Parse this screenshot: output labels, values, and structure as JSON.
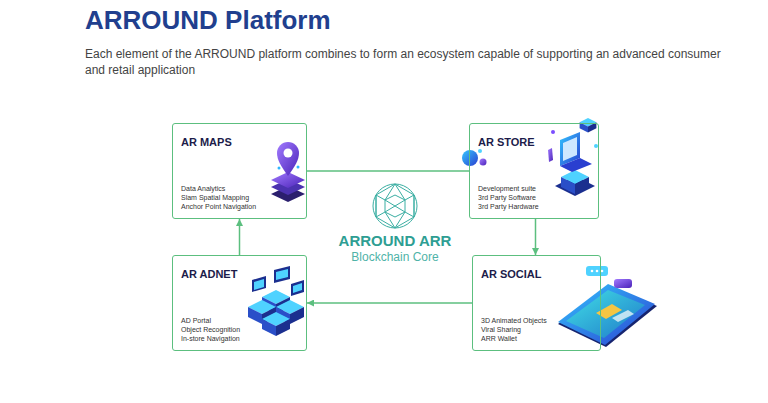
{
  "diagram": {
    "title": "ARROUND Platform",
    "caption": "Each element of the ARROUND platform combines to form an ecosystem capable of supporting an advanced consumer and retail application",
    "nodes": [
      {
        "text": [
          "AR MAPS",
          "Data Analytics",
          "Slam Spatial Mapping",
          "Anchor Point Navigation"
        ]
      },
      {
        "text": [
          "AR STORE",
          "Development suite",
          "3rd Party Software",
          "3rd Party Hardware"
        ]
      },
      {
        "text": [
          "AR ADNET",
          "AD Portal",
          "Object Recognition",
          "In-store Navigation"
        ]
      },
      {
        "text": [
          "AR SOCIAL",
          "3D Animated Objects",
          "Viral Sharing",
          "ARR Wallet"
        ]
      }
    ],
    "edges": [
      {
        "from": 0,
        "to": 1,
        "arrow": "none"
      },
      {
        "from": 1,
        "to": 3,
        "arrow": "to"
      },
      {
        "from": 3,
        "to": 2,
        "arrow": "to"
      },
      {
        "from": 2,
        "to": 0,
        "arrow": "to"
      }
    ],
    "labels": [
      "ARROUND ARR",
      "Blockchain Core"
    ]
  }
}
